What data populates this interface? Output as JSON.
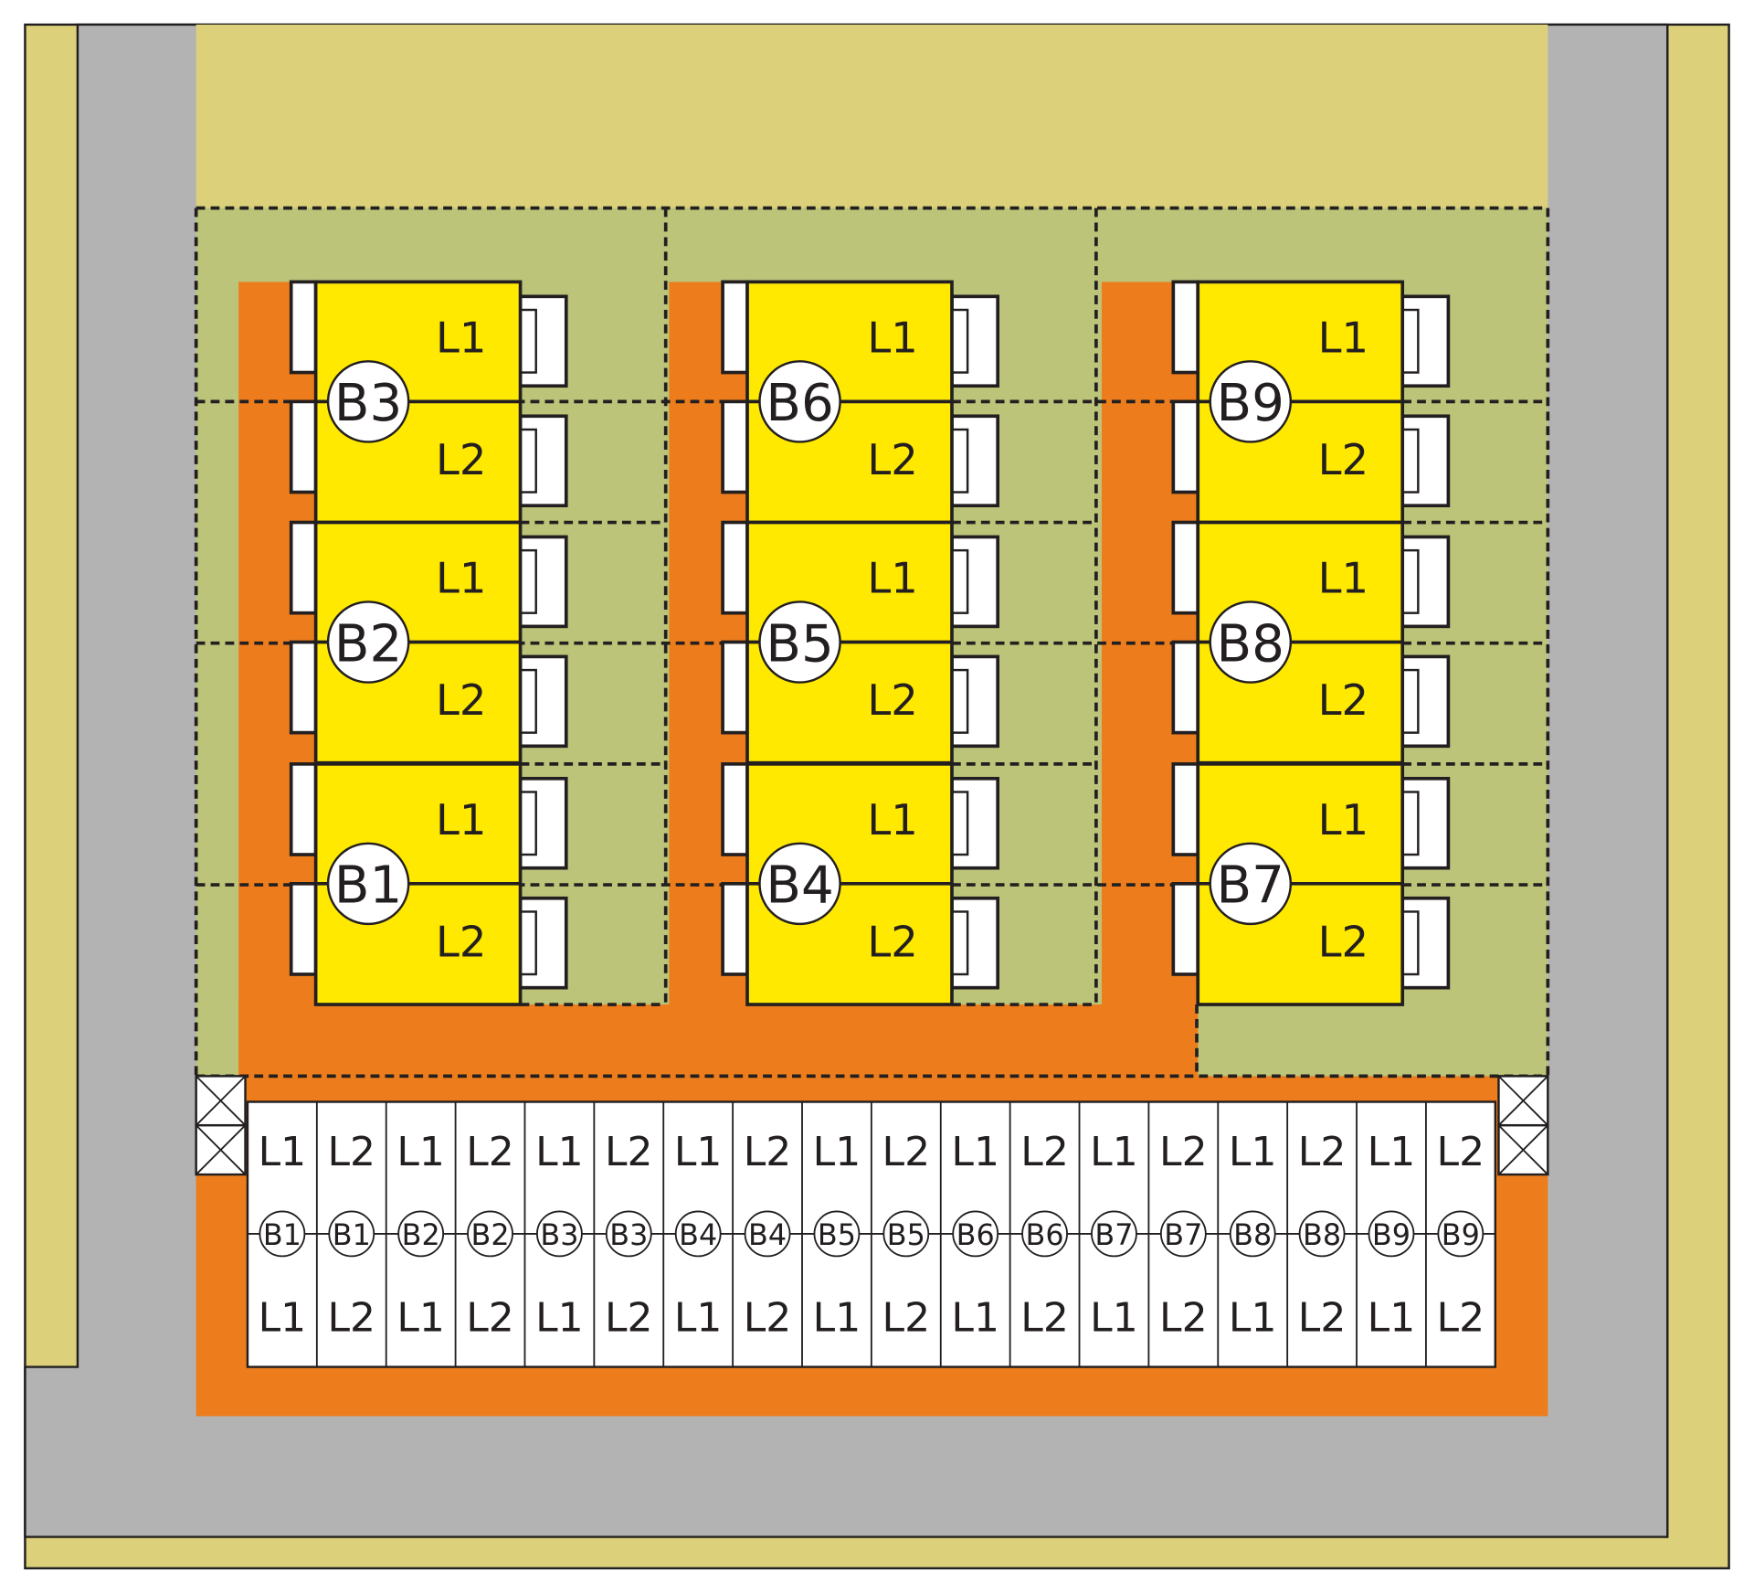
{
  "colors": {
    "frame_yellow": "#dcd17a",
    "road_gray": "#b2b3b2",
    "green_zone": "#bcc479",
    "orange_path": "#ed7d1c",
    "building_yellow": "#ffe900",
    "white": "#ffffff",
    "line": "#231f20"
  },
  "blocks": [
    {
      "id": "B3",
      "upper": "L1",
      "lower": "L2"
    },
    {
      "id": "B2",
      "upper": "L1",
      "lower": "L2"
    },
    {
      "id": "B1",
      "upper": "L1",
      "lower": "L2"
    },
    {
      "id": "B6",
      "upper": "L1",
      "lower": "L2"
    },
    {
      "id": "B5",
      "upper": "L1",
      "lower": "L2"
    },
    {
      "id": "B4",
      "upper": "L1",
      "lower": "L2"
    },
    {
      "id": "B9",
      "upper": "L1",
      "lower": "L2"
    },
    {
      "id": "B8",
      "upper": "L1",
      "lower": "L2"
    },
    {
      "id": "B7",
      "upper": "L1",
      "lower": "L2"
    }
  ],
  "table": [
    {
      "top": "L1",
      "mid": "B1",
      "bottom": "L1"
    },
    {
      "top": "L2",
      "mid": "B1",
      "bottom": "L2"
    },
    {
      "top": "L1",
      "mid": "B2",
      "bottom": "L1"
    },
    {
      "top": "L2",
      "mid": "B2",
      "bottom": "L2"
    },
    {
      "top": "L1",
      "mid": "B3",
      "bottom": "L1"
    },
    {
      "top": "L2",
      "mid": "B3",
      "bottom": "L2"
    },
    {
      "top": "L1",
      "mid": "B4",
      "bottom": "L1"
    },
    {
      "top": "L2",
      "mid": "B4",
      "bottom": "L2"
    },
    {
      "top": "L1",
      "mid": "B5",
      "bottom": "L1"
    },
    {
      "top": "L2",
      "mid": "B5",
      "bottom": "L2"
    },
    {
      "top": "L1",
      "mid": "B6",
      "bottom": "L1"
    },
    {
      "top": "L2",
      "mid": "B6",
      "bottom": "L2"
    },
    {
      "top": "L1",
      "mid": "B7",
      "bottom": "L1"
    },
    {
      "top": "L2",
      "mid": "B7",
      "bottom": "L2"
    },
    {
      "top": "L1",
      "mid": "B8",
      "bottom": "L1"
    },
    {
      "top": "L2",
      "mid": "B8",
      "bottom": "L2"
    },
    {
      "top": "L1",
      "mid": "B9",
      "bottom": "L1"
    },
    {
      "top": "L2",
      "mid": "B9",
      "bottom": "L2"
    }
  ]
}
